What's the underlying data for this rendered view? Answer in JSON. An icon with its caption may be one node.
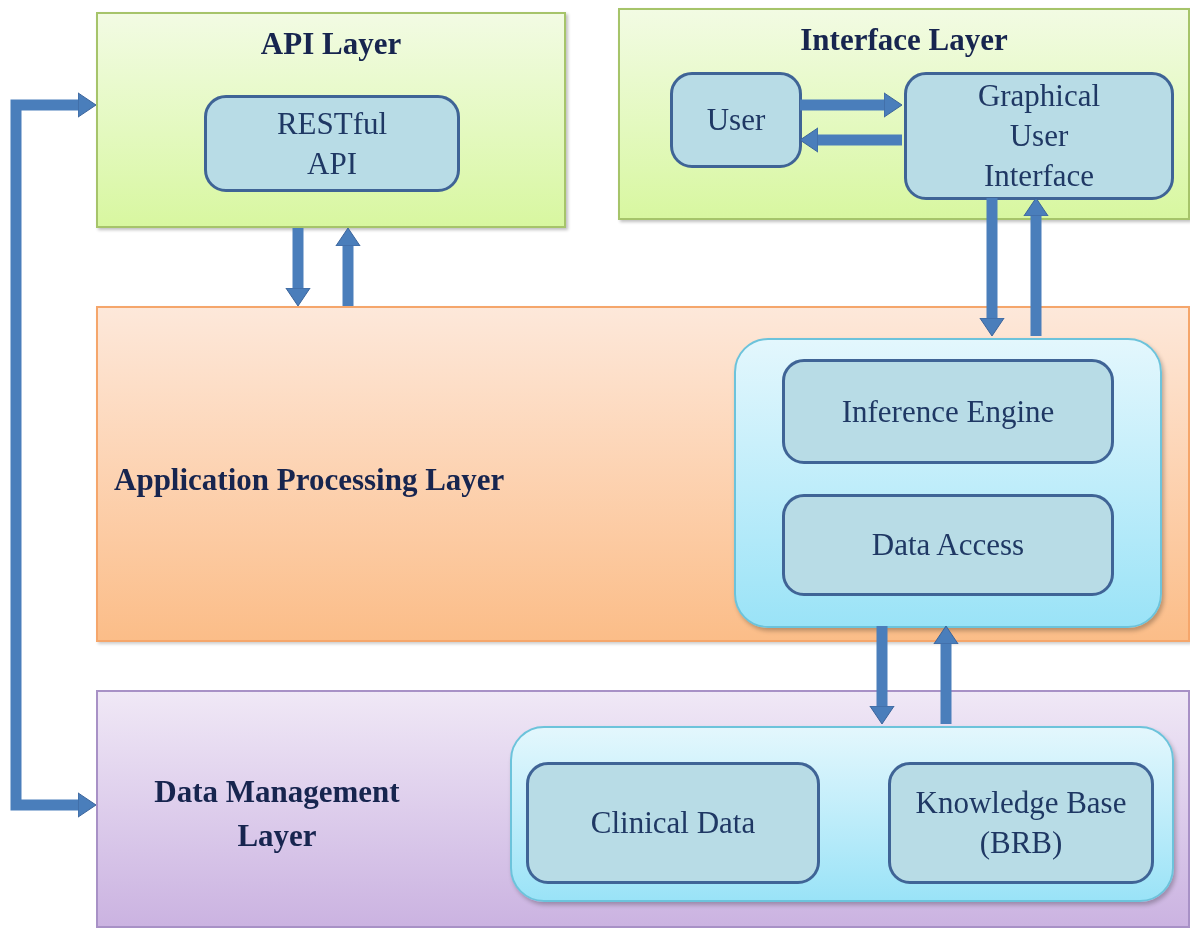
{
  "diagram": {
    "nodes": [
      {
        "text": [
          "API Layer"
        ]
      },
      {
        "text": [
          "RESTful API"
        ],
        "in": 0
      },
      {
        "text": [
          "Interface Layer"
        ]
      },
      {
        "text": [
          "User"
        ],
        "in": 2
      },
      {
        "text": [
          "Graphical User Interface"
        ],
        "in": 2
      },
      {
        "text": [
          "Application Processing Layer"
        ]
      },
      {
        "text": [],
        "shape": "box",
        "in": 5
      },
      {
        "text": [
          "Inference Engine"
        ],
        "in": 6
      },
      {
        "text": [
          "Data Access"
        ],
        "in": 6
      },
      {
        "text": [
          "Data Management Layer"
        ]
      },
      {
        "text": [],
        "shape": "box",
        "in": 9
      },
      {
        "text": [
          "Clinical Data"
        ],
        "in": 10
      },
      {
        "text": [
          "Knowledge Base (BRB)"
        ],
        "in": 10
      }
    ],
    "edges": [
      {
        "from": 0,
        "to": 9,
        "arrow": "both"
      },
      {
        "from": 0,
        "to": 5,
        "arrow": "to"
      },
      {
        "from": 5,
        "to": 0,
        "arrow": "to"
      },
      {
        "from": 3,
        "to": 4,
        "arrow": "to"
      },
      {
        "from": 4,
        "to": 3,
        "arrow": "to"
      },
      {
        "from": 4,
        "to": 6,
        "arrow": "to"
      },
      {
        "from": 6,
        "to": 4,
        "arrow": "to"
      },
      {
        "from": 6,
        "to": 10,
        "arrow": "to"
      },
      {
        "from": 10,
        "to": 6,
        "arrow": "to"
      }
    ]
  }
}
